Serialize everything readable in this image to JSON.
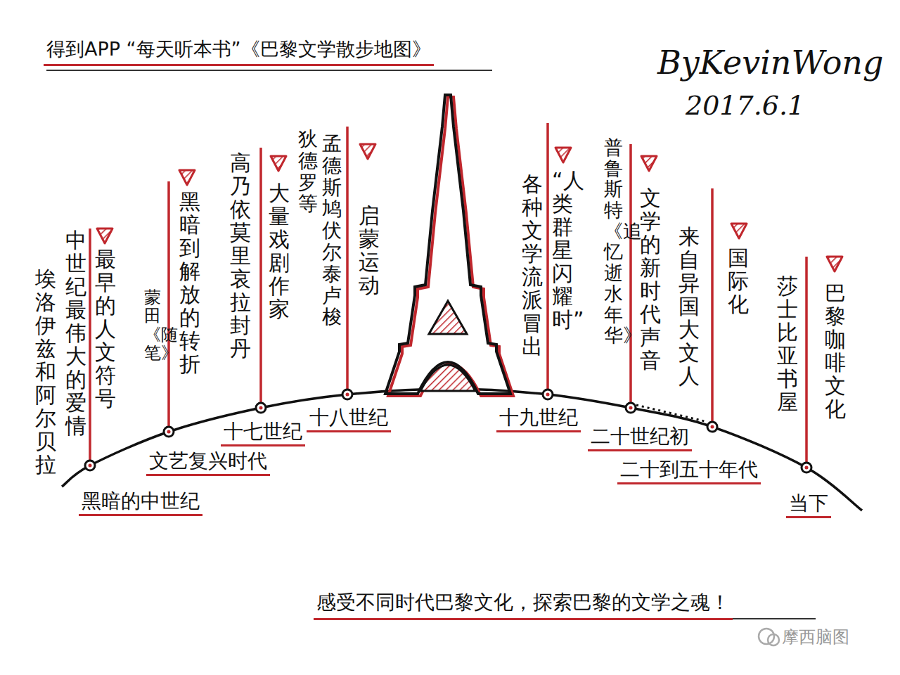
{
  "diagram": {
    "title": "得到APP “每天听本书”《巴黎文学散步地图》",
    "caption": "感受不同时代巴黎文化，探索巴黎的文学之魂！",
    "labels": [
      "ByKevinWong",
      "2017.6.1",
      "最早的人文符号",
      "中世纪最伟大的爱情",
      "埃洛伊兹和阿尔贝拉",
      "黑暗的中世纪",
      "黑暗到解放的转折",
      "蒙田《随笔》",
      "文艺复兴时代",
      "大量戏剧作家",
      "高乃依 莫里哀 拉封丹",
      "十七世纪",
      "启蒙运动",
      "孟德斯鸠 伏尔泰 卢梭",
      "狄德罗等",
      "十八世纪",
      "“人类群星闪耀时”",
      "各种文学流派冒出",
      "十九世纪",
      "文学的新时代声音",
      "普鲁斯特《追忆逝水年华》",
      "二十世纪初",
      "来自异国大文人",
      "国际化",
      "二十到五十年代",
      "莎士比亚书屋",
      "巴黎咖啡文化",
      "当下",
      "摩西脑图"
    ]
  }
}
